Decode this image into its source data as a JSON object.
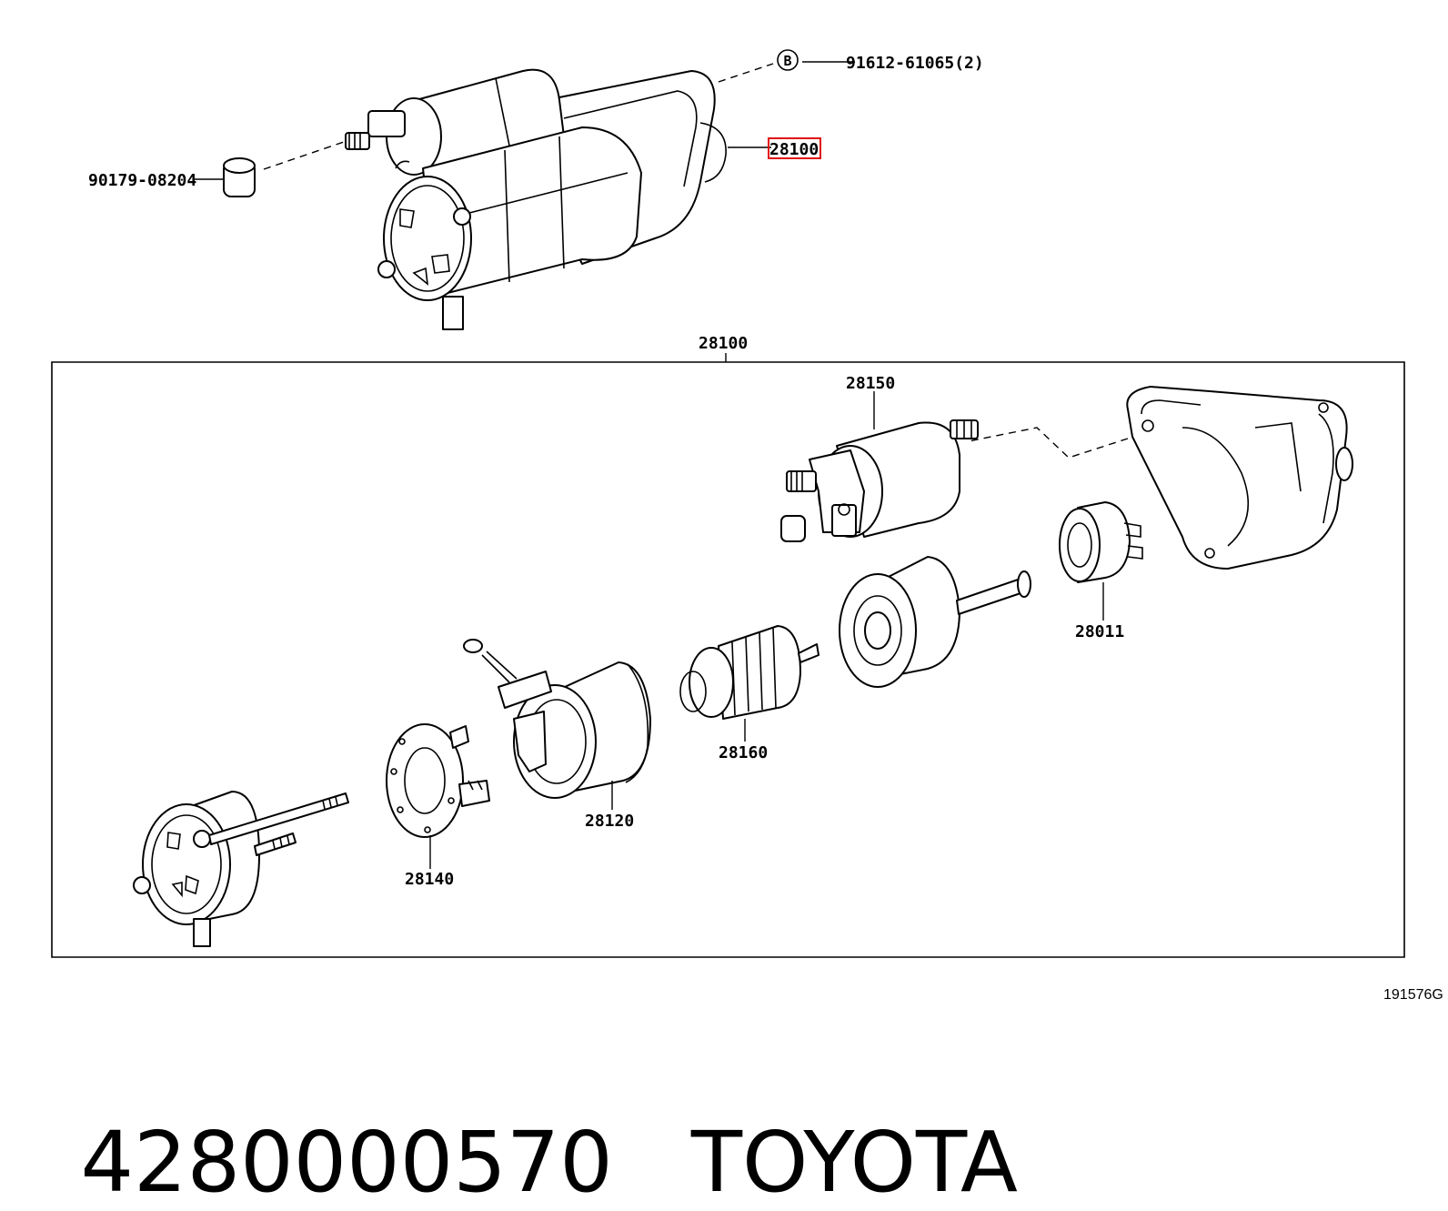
{
  "diagram": {
    "callout_symbol": "B",
    "labels": {
      "bolt": "91612-61065(2)",
      "starter_assy": "28100",
      "nut": "90179-08204",
      "assy_group": "28100",
      "solenoid": "28150",
      "clutch": "28011",
      "armature": "28160",
      "yoke": "28120",
      "brush_holder": "28140"
    },
    "highlighted_part": "28100",
    "drawing_code": "191576G"
  },
  "footer": {
    "part_number": "4280000570",
    "brand": "TOYOTA"
  },
  "colors": {
    "highlight": "#e01010",
    "line": "#000000",
    "background": "#ffffff"
  }
}
